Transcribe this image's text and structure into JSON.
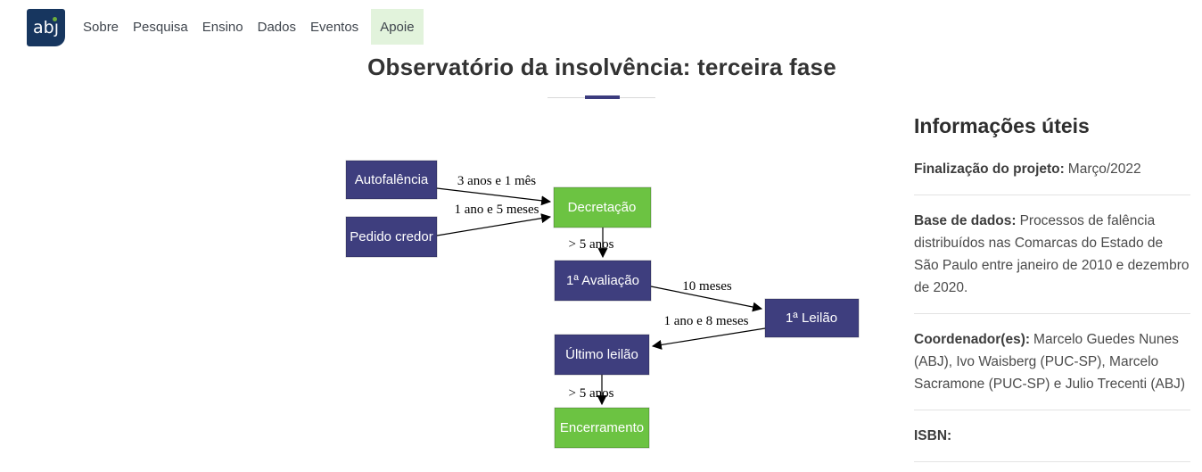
{
  "header": {
    "logo": {
      "text_ab": "ab",
      "text_j": "ȷ",
      "name": "abj"
    },
    "nav": [
      {
        "label": "Sobre"
      },
      {
        "label": "Pesquisa"
      },
      {
        "label": "Ensino"
      },
      {
        "label": "Dados"
      },
      {
        "label": "Eventos"
      },
      {
        "label": "Apoie",
        "highlighted": true
      }
    ],
    "colors": {
      "logo_bg": "#17365f",
      "logo_dot": "#6cae3c",
      "apoie_bg": "#e2f3dc"
    }
  },
  "page": {
    "title": "Observatório da insolvência: terceira fase",
    "accents": {
      "title_rule_gray": "#d8d8d8",
      "title_rule_blue": "#3b3b7e"
    }
  },
  "diagram": {
    "type": "flowchart",
    "colors": {
      "primary_node": "#3e3e7e",
      "success_node": "#6cc342",
      "node_text": "#ffffff",
      "edge": "#000000"
    },
    "nodes": [
      {
        "id": "autofalencia",
        "label": "Autofalência",
        "kind": "primary"
      },
      {
        "id": "pedido-credor",
        "label": "Pedido credor",
        "kind": "primary"
      },
      {
        "id": "decretacao",
        "label": "Decretação",
        "kind": "success"
      },
      {
        "id": "avaliacao",
        "label": "1ª Avaliação",
        "kind": "primary"
      },
      {
        "id": "leilao",
        "label": "1ª Leilão",
        "kind": "primary"
      },
      {
        "id": "ultimo-leilao",
        "label": "Último leilão",
        "kind": "primary"
      },
      {
        "id": "encerramento",
        "label": "Encerramento",
        "kind": "success"
      }
    ],
    "edges": [
      {
        "from": "Autofalência",
        "to": "Decretação",
        "label": "3 anos e 1 mês"
      },
      {
        "from": "Pedido credor",
        "to": "Decretação",
        "label": "1 ano e 5 meses"
      },
      {
        "from": "Decretação",
        "to": "1ª Avaliação",
        "label": "> 5 anos"
      },
      {
        "from": "1ª Avaliação",
        "to": "1ª Leilão",
        "label": "10 meses"
      },
      {
        "from": "1ª Leilão",
        "to": "Último leilão",
        "label": "1 ano e 8 meses"
      },
      {
        "from": "Último leilão",
        "to": "Encerramento",
        "label": "> 5 anos"
      }
    ]
  },
  "sidebar": {
    "title": "Informações úteis",
    "items": [
      {
        "label": "Finalização do projeto:",
        "value": "Março/2022"
      },
      {
        "label": "Base de dados:",
        "value": "Processos de falência distribuídos nas Comarcas do Estado de São Paulo entre janeiro de 2010 e dezembro de 2020."
      },
      {
        "label": "Coordenador(es):",
        "value": "Marcelo Guedes Nunes (ABJ), Ivo Waisberg (PUC-SP), Marcelo Sacramone (PUC-SP) e Julio Trecenti (ABJ)"
      },
      {
        "label": "ISBN:",
        "value": ""
      }
    ]
  }
}
